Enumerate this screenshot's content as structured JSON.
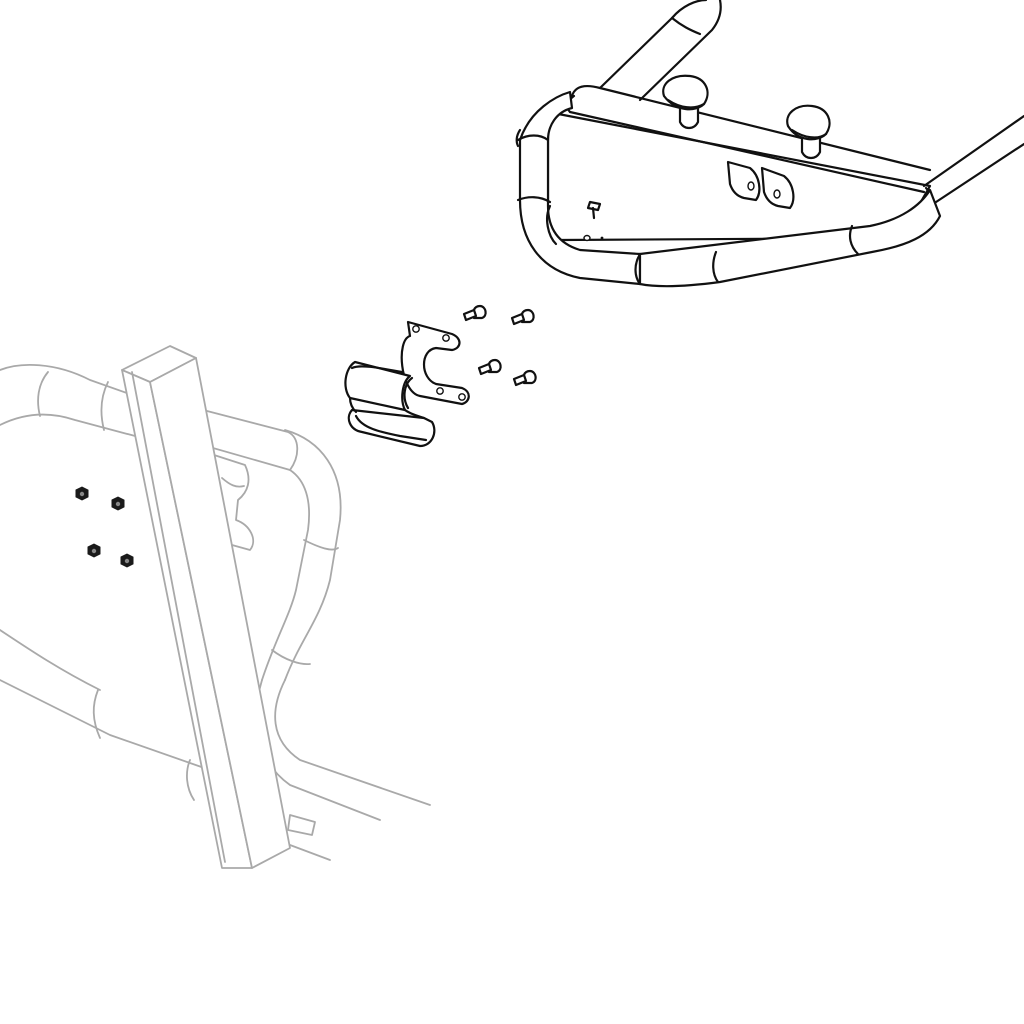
{
  "diagram": {
    "style": "exploded-assembly-line-drawing",
    "colors": {
      "ink": "#111111",
      "ghost": "#a9a9a9",
      "background": "#ffffff"
    },
    "parts": [
      {
        "id": "tube-frame-assembly",
        "rendering": "solid"
      },
      {
        "id": "mushroom-bumper",
        "count": 2
      },
      {
        "id": "mounting-tab",
        "count": 2
      },
      {
        "id": "small-pin",
        "count": 1
      },
      {
        "id": "bolt",
        "count": 4
      },
      {
        "id": "pipe-clamp-half",
        "count": 2
      },
      {
        "id": "seat-frame",
        "rendering": "ghosted"
      },
      {
        "id": "square-post",
        "rendering": "ghosted"
      },
      {
        "id": "hex-nut",
        "count": 4,
        "rendering": "solid"
      }
    ]
  }
}
